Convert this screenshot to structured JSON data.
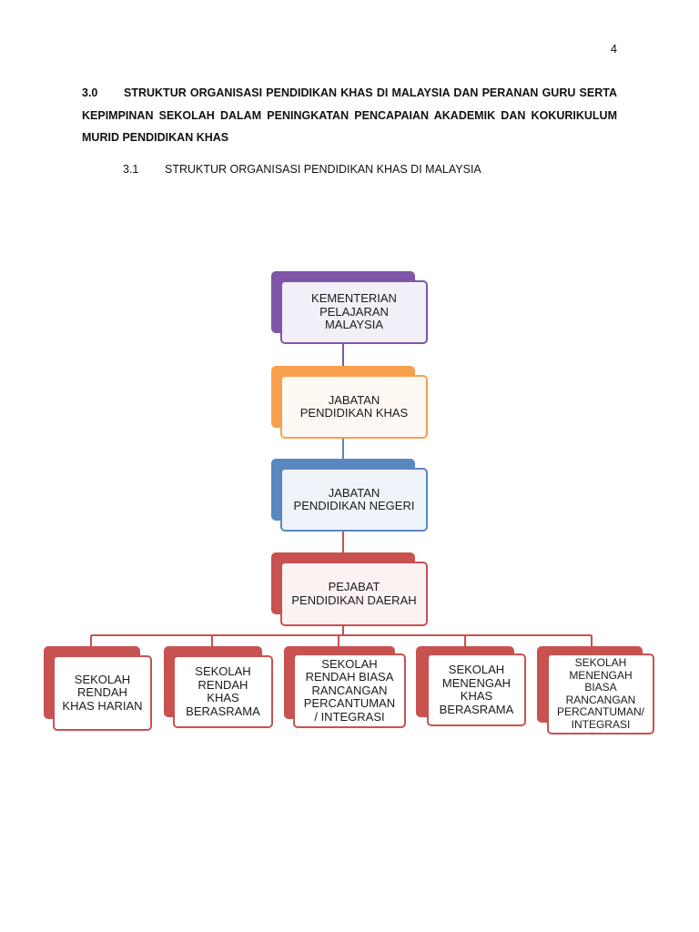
{
  "page": {
    "number": "4"
  },
  "heading": {
    "number": "3.0",
    "text": "STRUKTUR ORGANISASI PENDIDIKAN KHAS DI MALAYSIA DAN PERANAN GURU SERTA KEPIMPINAN SEKOLAH DALAM PENINGKATAN PENCAPAIAN AKADEMIK DAN KOKURIKULUM MURID PENDIDIKAN KHAS"
  },
  "subheading": {
    "number": "3.1",
    "text": "STRUKTUR ORGANISASI PENDIDIKAN KHAS DI MALAYSIA"
  },
  "org_chart": {
    "colors": {
      "purple": "#7f56a8",
      "purple_fill": "#f2eff8",
      "orange": "#f6a04d",
      "orange_fill": "#fef8f2",
      "blue": "#5b87c0",
      "blue_fill": "#eff4fb",
      "red": "#c85250",
      "red_fill": "#fcf2f2",
      "connector_top": "#7f7fb0",
      "connector_blue": "#5b87c0",
      "connector_red": "#c85250"
    },
    "levels": [
      {
        "id": "kpm",
        "label": "KEMENTERIAN\nPELAJARAN\nMALAYSIA",
        "color": "purple"
      },
      {
        "id": "jpk",
        "label": "JABATAN\nPENDIDIKAN KHAS",
        "color": "orange"
      },
      {
        "id": "jpn",
        "label": "JABATAN\nPENDIDIKAN NEGERI",
        "color": "blue"
      },
      {
        "id": "ppd",
        "label": "PEJABAT\nPENDIDIKAN DAERAH",
        "color": "red"
      }
    ],
    "schools": [
      {
        "id": "srkh",
        "label": "SEKOLAH\nRENDAH\nKHAS HARIAN"
      },
      {
        "id": "srkb",
        "label": "SEKOLAH\nRENDAH\nKHAS\nBERASRAMA"
      },
      {
        "id": "srb",
        "label": "SEKOLAH\nRENDAH BIASA\nRANCANGAN\nPERCANTUMAN\n/ INTEGRASI"
      },
      {
        "id": "smkb",
        "label": "SEKOLAH\nMENENGAH\nKHAS\nBERASRAMA"
      },
      {
        "id": "smb",
        "label": "SEKOLAH\nMENENGAH\nBIASA\nRANCANGAN\nPERCANTUMAN/\nINTEGRASI"
      }
    ]
  }
}
